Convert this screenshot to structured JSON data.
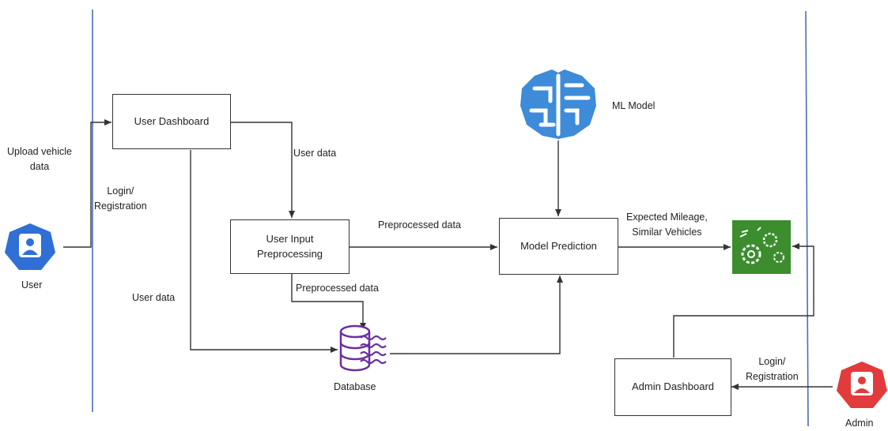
{
  "nodes": {
    "user_dashboard": "User Dashboard",
    "user_input_line1": "User Input",
    "user_input_line2": "Preprocessing",
    "model_prediction": "Model Prediction",
    "admin_dashboard": "Admin Dashboard"
  },
  "icons": {
    "ml_model_label": "ML Model",
    "database_label": "Database",
    "user_label": "User",
    "admin_label": "Admin"
  },
  "edges": {
    "upload_line1": "Upload vehicle",
    "upload_line2": "data",
    "login_user_line1": "Login/",
    "login_user_line2": "Registration",
    "user_data_1": "User data",
    "user_data_2": "User data",
    "preprocessed_1": "Preprocessed data",
    "preprocessed_2": "Preprocessed data",
    "expected_line1": "Expected Mileage,",
    "expected_line2": "Similar Vehicles",
    "login_admin_line1": "Login/",
    "login_admin_line2": "Registration"
  },
  "colors": {
    "swimlane": "#4a6fb5",
    "user_icon": "#2f6fd6",
    "admin_icon": "#e23b3b",
    "ml_model_icon": "#3d8bd9",
    "database_icon": "#6a2fa0",
    "output_icon": "#3b8d2e",
    "line": "#333333"
  }
}
